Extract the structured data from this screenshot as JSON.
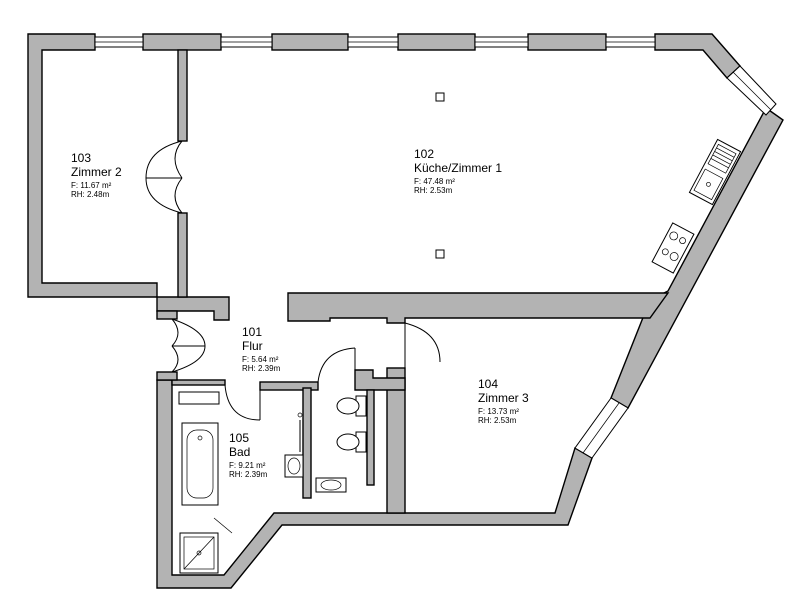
{
  "rooms": [
    {
      "number": "103",
      "name": "Zimmer 2",
      "area": "F:  11.67  m²",
      "height": "RH:  2.48m"
    },
    {
      "number": "102",
      "name": "Küche/Zimmer 1",
      "area": "F:  47.48  m²",
      "height": "RH:  2.53m"
    },
    {
      "number": "101",
      "name": "Flur",
      "area": "F:  5.64  m²",
      "height": "RH:  2.39m"
    },
    {
      "number": "104",
      "name": "Zimmer 3",
      "area": "F:  13.73  m²",
      "height": "RH:  2.53m"
    },
    {
      "number": "105",
      "name": "Bad",
      "area": "F:  9.21  m²",
      "height": "RH:  2.39m"
    }
  ],
  "colors": {
    "wall_fill": "#b3b3b3",
    "line": "#000000",
    "background": "#ffffff"
  }
}
